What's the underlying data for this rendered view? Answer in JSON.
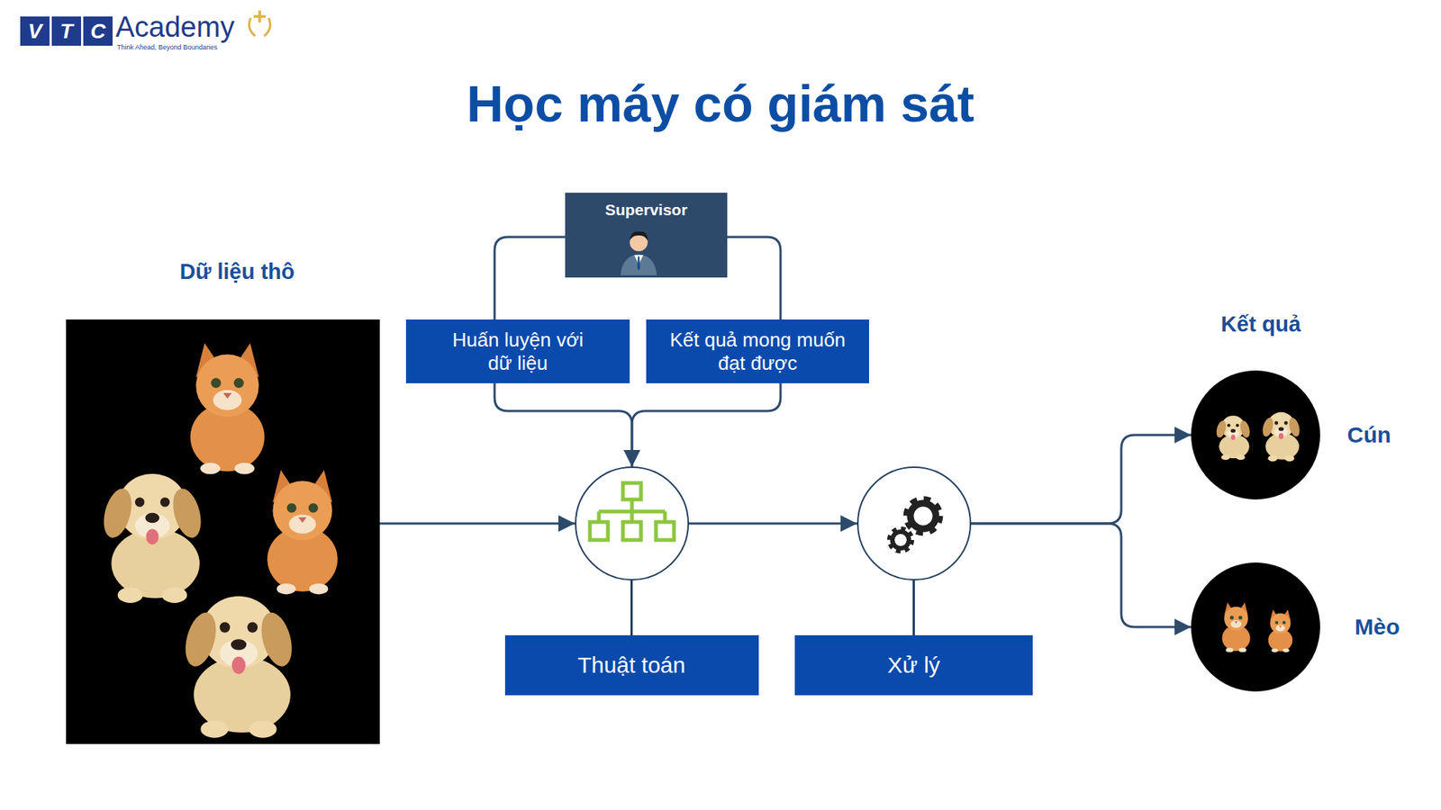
{
  "diagram": {
    "title": "Học máy có giám sát",
    "nodes": [
      {
        "text": [
          "Dữ liệu thô"
        ]
      },
      {
        "text": [
          "Supervisor"
        ]
      },
      {
        "text": [
          "Huấn luyện với dữ liệu"
        ]
      },
      {
        "text": [
          "Kết quả mong muốn đạt được"
        ]
      },
      {
        "text": [
          "Thuật toán"
        ]
      },
      {
        "text": [
          "Xử lý"
        ]
      },
      {
        "text": [
          "Cún"
        ]
      },
      {
        "text": [
          "Mèo"
        ]
      }
    ],
    "edges": [
      {
        "from": 0,
        "to": 4,
        "arrow": "to"
      },
      {
        "from": 1,
        "to": 2,
        "arrow": "none"
      },
      {
        "from": 1,
        "to": 3,
        "arrow": "none"
      },
      {
        "from": 2,
        "to": 4,
        "arrow": "to"
      },
      {
        "from": 3,
        "to": 4,
        "arrow": "to"
      },
      {
        "from": 4,
        "to": 5,
        "arrow": "to"
      },
      {
        "from": 5,
        "to": 6,
        "arrow": "to"
      },
      {
        "from": 5,
        "to": 7,
        "arrow": "to"
      }
    ],
    "labels": [
      "V",
      "T",
      "C",
      "Academy",
      "Think Ahead, Beyond Boundaries",
      "Kết quả"
    ]
  }
}
